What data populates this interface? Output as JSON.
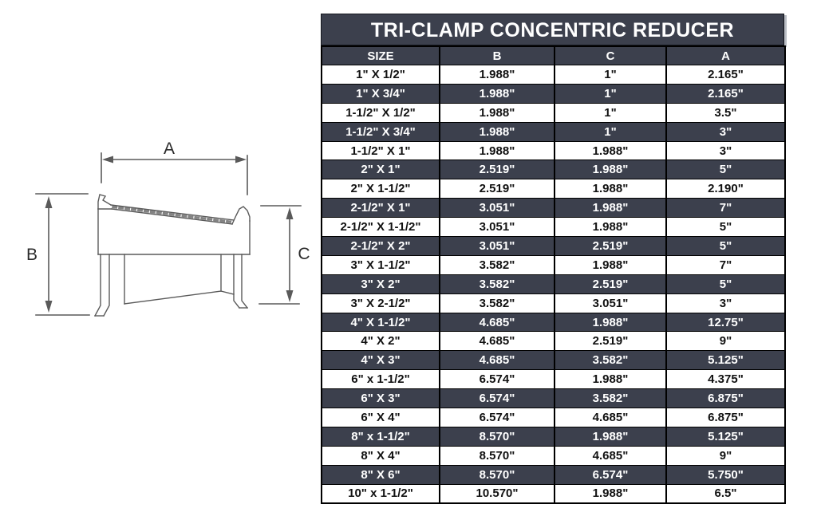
{
  "title": "TRI-CLAMP CONCENTRIC REDUCER",
  "table": {
    "columns": [
      "SIZE",
      "B",
      "C",
      "A"
    ],
    "rows": [
      [
        "1\" X 1/2\"",
        "1.988\"",
        "1\"",
        "2.165\""
      ],
      [
        "1\" X 3/4\"",
        "1.988\"",
        "1\"",
        "2.165\""
      ],
      [
        "1-1/2\" X 1/2\"",
        "1.988\"",
        "1\"",
        "3.5\""
      ],
      [
        "1-1/2\" X 3/4\"",
        "1.988\"",
        "1\"",
        "3\""
      ],
      [
        "1-1/2\" X 1\"",
        "1.988\"",
        "1.988\"",
        "3\""
      ],
      [
        "2\" X 1\"",
        "2.519\"",
        "1.988\"",
        "5\""
      ],
      [
        "2\" X 1-1/2\"",
        "2.519\"",
        "1.988\"",
        "2.190\""
      ],
      [
        "2-1/2\" X 1\"",
        "3.051\"",
        "1.988\"",
        "7\""
      ],
      [
        "2-1/2\" X 1-1/2\"",
        "3.051\"",
        "1.988\"",
        "5\""
      ],
      [
        "2-1/2\" X 2\"",
        "3.051\"",
        "2.519\"",
        "5\""
      ],
      [
        "3\" X 1-1/2\"",
        "3.582\"",
        "1.988\"",
        "7\""
      ],
      [
        "3\" X 2\"",
        "3.582\"",
        "2.519\"",
        "5\""
      ],
      [
        "3\" X 2-1/2\"",
        "3.582\"",
        "3.051\"",
        "3\""
      ],
      [
        "4\" X 1-1/2\"",
        "4.685\"",
        "1.988\"",
        "12.75\""
      ],
      [
        "4\" X 2\"",
        "4.685\"",
        "2.519\"",
        "9\""
      ],
      [
        "4\" X 3\"",
        "4.685\"",
        "3.582\"",
        "5.125\""
      ],
      [
        "6\" x 1-1/2\"",
        "6.574\"",
        "1.988\"",
        "4.375\""
      ],
      [
        "6\" X 3\"",
        "6.574\"",
        "3.582\"",
        "6.875\""
      ],
      [
        "6\" X 4\"",
        "6.574\"",
        "4.685\"",
        "6.875\""
      ],
      [
        "8\" x 1-1/2\"",
        "8.570\"",
        "1.988\"",
        "5.125\""
      ],
      [
        "8\" X 4\"",
        "8.570\"",
        "4.685\"",
        "9\""
      ],
      [
        "8\" X 6\"",
        "8.570\"",
        "6.574\"",
        "5.750\""
      ],
      [
        "10\" x 1-1/2\"",
        "10.570\"",
        "1.988\"",
        "6.5\""
      ]
    ]
  },
  "diagram": {
    "dimension_labels": {
      "a": "A",
      "b": "B",
      "c": "C"
    }
  },
  "colors": {
    "header_bg": "#3c404d",
    "dark_row_bg": "#3c404d",
    "light_row_bg": "#ffffff",
    "table_border": "#000000",
    "drawing_line": "#5a5a5a"
  }
}
